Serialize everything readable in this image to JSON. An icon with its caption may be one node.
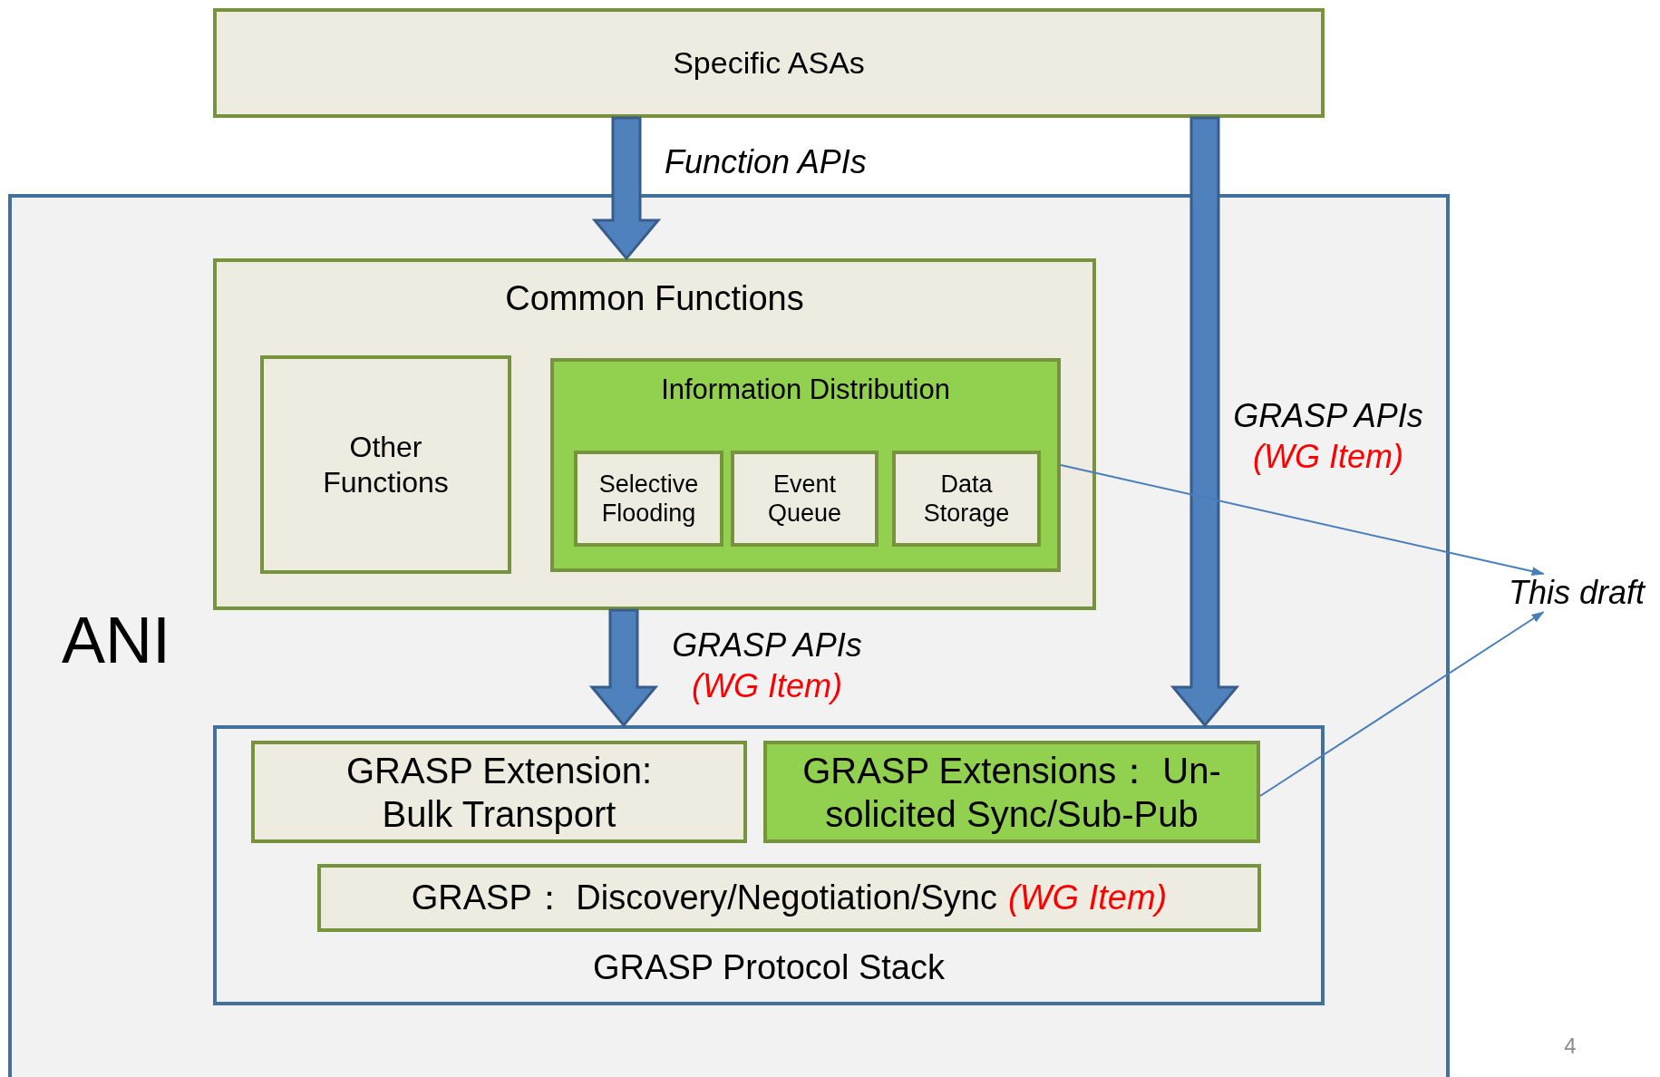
{
  "diagram": {
    "nodes": [
      {
        "text": [
          "Specific ASAs"
        ]
      },
      {
        "text": [
          "ANI"
        ]
      },
      {
        "text": [
          "Common Functions"
        ],
        "in": 1
      },
      {
        "text": [
          "Other Functions"
        ],
        "in": 2
      },
      {
        "text": [
          "Information Distribution"
        ],
        "in": 2
      },
      {
        "text": [
          "Selective Flooding"
        ],
        "in": 4
      },
      {
        "text": [
          "Event Queue"
        ],
        "in": 4
      },
      {
        "text": [
          "Data Storage"
        ],
        "in": 4
      },
      {
        "text": [
          "GRASP Protocol Stack"
        ],
        "in": 1
      },
      {
        "text": [
          "GRASP Extension: Bulk Transport"
        ],
        "in": 8
      },
      {
        "text": [
          "GRASP Extensions： Un-solicited Sync/Sub-Pub"
        ],
        "in": 8
      },
      {
        "text": [
          "GRASP： Discovery/Negotiation/Sync",
          "(WG Item)"
        ],
        "in": 8
      },
      {
        "text": [
          "This draft"
        ]
      }
    ],
    "edges": [
      {
        "from": 0,
        "to": 2,
        "arrow": "to",
        "style": "thick",
        "label": "Function APIs"
      },
      {
        "from": 2,
        "to": 8,
        "arrow": "to",
        "style": "thick",
        "label": "GRASP APIs"
      },
      {
        "from": 0,
        "to": 8,
        "arrow": "to",
        "style": "thick",
        "label": "GRASP APIs"
      },
      {
        "from": 4,
        "to": 12,
        "arrow": "to"
      },
      {
        "from": 10,
        "to": 12,
        "arrow": "to"
      }
    ],
    "labels": [
      "(WG Item)",
      "(WG Item)",
      "4"
    ]
  }
}
